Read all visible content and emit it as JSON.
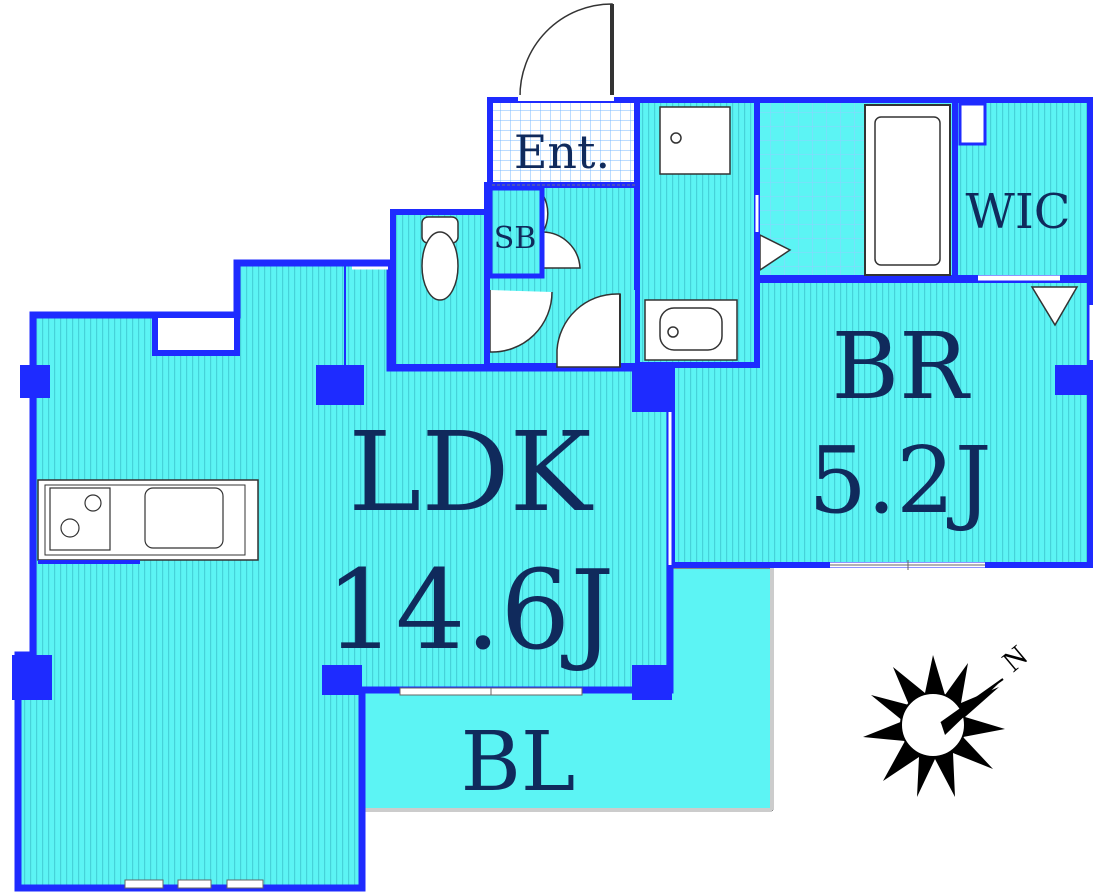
{
  "colors": {
    "floor": "#5cf4f4",
    "floor_stripe": "#46d2d9",
    "wall": "#1e2bff",
    "outline": "#333333",
    "tile_grid": "#7fb6ff",
    "text": "#102a5c",
    "fixture": "#ffffff",
    "compass": "#000000"
  },
  "rooms": {
    "ldk_name": "LDK",
    "ldk_size": "14.6J",
    "br_name": "BR",
    "br_size": "5.2J",
    "balcony": "BL",
    "entrance": "Ent.",
    "shoe_box": "SB",
    "walk_in_closet": "WIC"
  },
  "compass": {
    "north_label": "N"
  }
}
